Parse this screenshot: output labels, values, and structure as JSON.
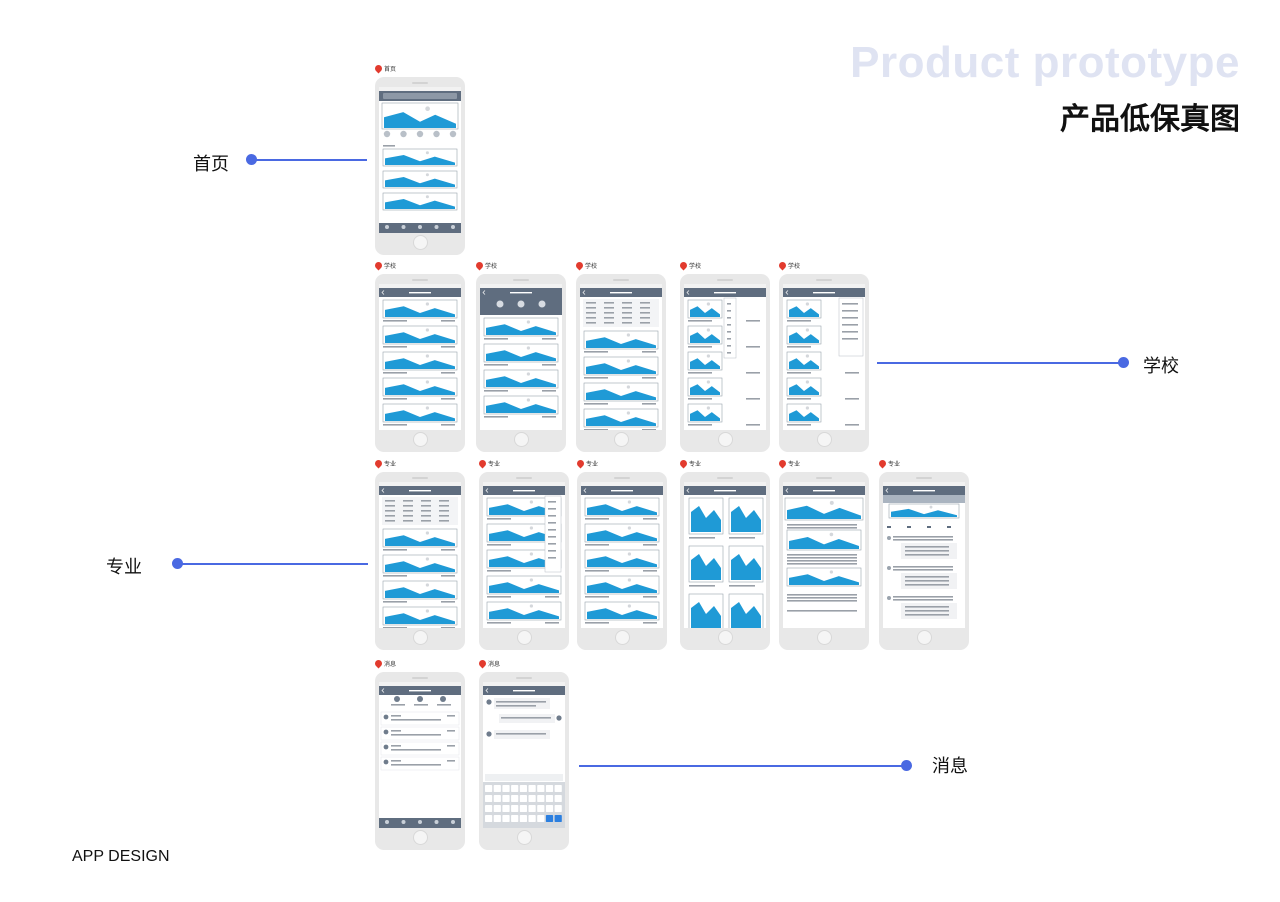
{
  "header": {
    "title_en": "Product prototype",
    "title_cn": "产品低保真图"
  },
  "footer": {
    "label": "APP DESIGN"
  },
  "sections": [
    {
      "label": "首页"
    },
    {
      "label": "学校"
    },
    {
      "label": "专业"
    },
    {
      "label": "消息"
    }
  ],
  "pins": {
    "home": [
      "首页"
    ],
    "school": [
      "学校",
      "学校",
      "学校",
      "学校",
      "学校"
    ],
    "major": [
      "专业",
      "专业",
      "专业",
      "专业",
      "专业",
      "专业"
    ],
    "message": [
      "消息",
      "消息"
    ]
  },
  "colors": {
    "accent_line": "#4a69e2",
    "pin": "#e23b2e",
    "wireframe_nav": "#5f6d7f",
    "wireframe_chart": "#1f9ad6",
    "title_faint": "#dfe3f2"
  },
  "icons": [
    "location-pin-icon",
    "chevron-left-icon",
    "search-icon",
    "chart-placeholder-icon",
    "avatar-icon"
  ]
}
